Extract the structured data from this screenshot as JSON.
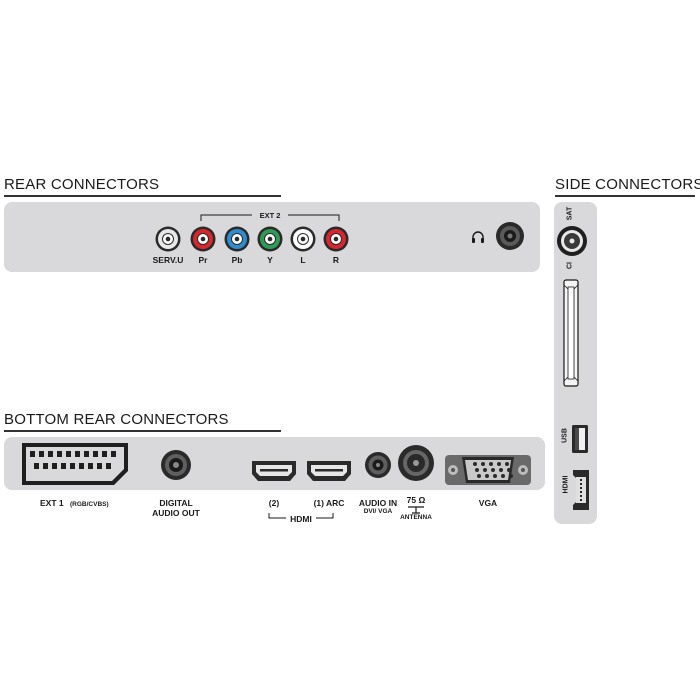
{
  "rear": {
    "heading": "REAR CONNECTORS",
    "ext2_label": "EXT 2",
    "jacks": [
      {
        "label": "SERV.U",
        "color": "#e8e8e8"
      },
      {
        "label": "Pr",
        "color": "#d7262e"
      },
      {
        "label": "Pb",
        "color": "#2f8ccf"
      },
      {
        "label": "Y",
        "color": "#2e9a55"
      },
      {
        "label": "L",
        "color": "#ffffff"
      },
      {
        "label": "R",
        "color": "#d7262e"
      }
    ],
    "headphone_icon": "headphone-icon"
  },
  "side": {
    "heading": "SIDE CONNECTORS",
    "sat_label": "SAT",
    "ci_label": "CI",
    "usb_label": "USB",
    "hdmi_label": "HDMI"
  },
  "bottom": {
    "heading": "BOTTOM REAR CONNECTORS",
    "ext1_label": "EXT 1",
    "ext1_sub": "(RGB/CVBS)",
    "digital_audio_line1": "DIGITAL",
    "digital_audio_line2": "AUDIO OUT",
    "hdmi2_label": "(2)",
    "hdmi1_label": "(1) ARC",
    "hdmi_group_label": "HDMI",
    "audio_in_line1": "AUDIO IN",
    "audio_in_line2": "DVI/ VGA",
    "antenna_ohm": "75 Ω",
    "antenna_label": "ANTENNA",
    "vga_label": "VGA"
  },
  "colors": {
    "panel": "#d9d9db",
    "text": "#1a1a1a"
  }
}
